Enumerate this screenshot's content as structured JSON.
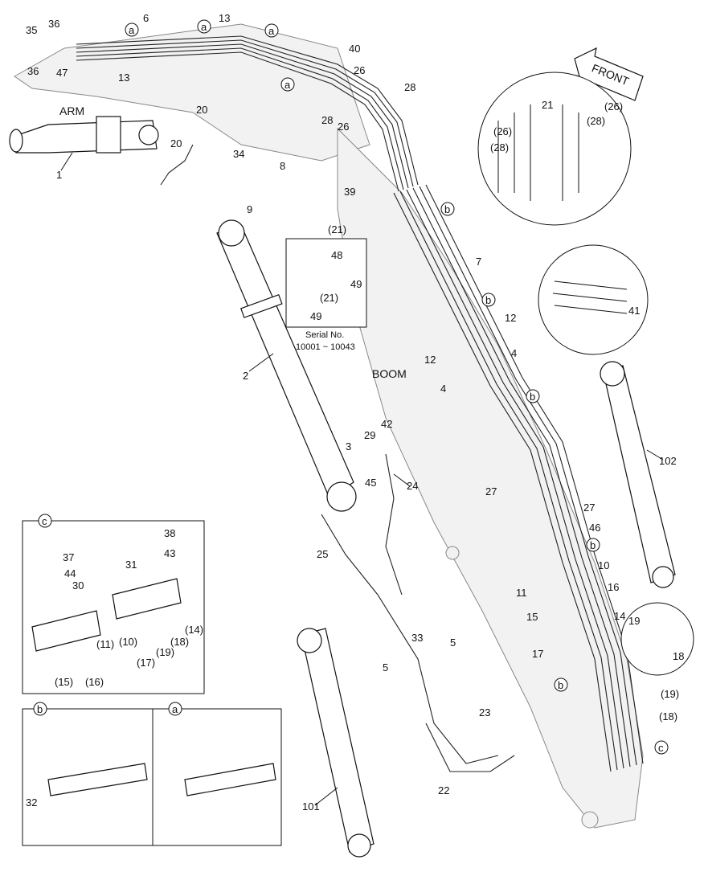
{
  "diagram": {
    "section_labels": {
      "arm": "ARM",
      "boom": "BOOM",
      "front": "FRONT",
      "serial_line1": "Serial No.",
      "serial_line2": "10001 ~ 10043"
    },
    "detail_letters": {
      "a": "a",
      "b": "b",
      "c": "c"
    },
    "callouts": {
      "n1": "1",
      "n2": "2",
      "n3": "3",
      "n4a": "4",
      "n4b": "4",
      "n5a": "5",
      "n5b": "5",
      "n6": "6",
      "n7": "7",
      "n8": "8",
      "n9": "9",
      "n10": "10",
      "n11": "11",
      "n12a": "12",
      "n12b": "12",
      "n13a": "13",
      "n13b": "13",
      "n14": "14",
      "n15": "15",
      "n16": "16",
      "n17": "17",
      "n18": "18",
      "n19": "19",
      "n20a": "20",
      "n20b": "20",
      "n21": "21",
      "n21p": "(21)",
      "n21p2": "(21)",
      "n22": "22",
      "n23": "23",
      "n24": "24",
      "n25": "25",
      "n26a": "26",
      "n26b": "26",
      "n26p": "(26)",
      "n26p2": "(26)",
      "n27a": "27",
      "n27b": "27",
      "n28a": "28",
      "n28b": "28",
      "n28p": "(28)",
      "n28p2": "(28)",
      "n29": "29",
      "n30": "30",
      "n31": "31",
      "n32": "32",
      "n33": "33",
      "n34": "34",
      "n35": "35",
      "n36a": "36",
      "n36b": "36",
      "n37": "37",
      "n38": "38",
      "n39": "39",
      "n40": "40",
      "n41": "41",
      "n42": "42",
      "n43": "43",
      "n44": "44",
      "n45": "45",
      "n46": "46",
      "n47": "47",
      "n48": "48",
      "n49a": "49",
      "n49b": "49",
      "n101": "101",
      "n102": "102",
      "p10": "(10)",
      "p11": "(11)",
      "p14": "(14)",
      "p15": "(15)",
      "p16": "(16)",
      "p17": "(17)",
      "p18": "(18)",
      "p19": "(19)",
      "p18b": "(18)",
      "p19b": "(19)"
    }
  }
}
